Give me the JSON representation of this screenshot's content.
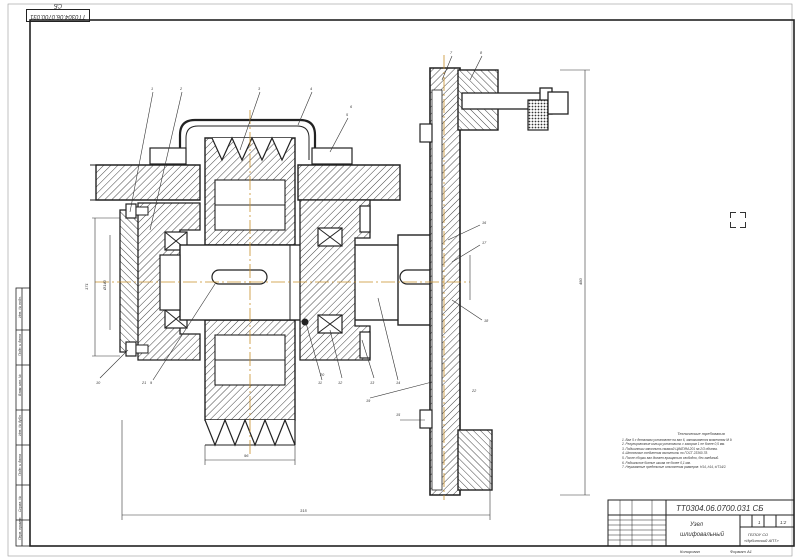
{
  "stamp": "ТТ0304.06.0700.031 СБ",
  "title_block": {
    "designation": "ТТ0304.06.0700.031 СБ",
    "name_line1": "Узел",
    "name_line2": "шлифовальный",
    "sheet": "1",
    "sheets": "1:2",
    "org_line1": "ГБПОУ СО",
    "org_line2": "«Ирбитский АПТ»",
    "format": "Формат А1",
    "copied": "Копировал"
  },
  "notes": {
    "heading": "Технические требования",
    "lines": [
      "1. Вал 5 с деталями установлен на вал 6, затягивается моментом М 9.",
      "2. Регулировочные кольца установить с зазором 1 не более 0,5 мм.",
      "3. Подшипники заполнить смазкой ЦИАТИМ-201 на 2/3 объема.",
      "4. Шпоночные соединения выполнить по ГОСТ 23360-78.",
      "5. После сборки вал должен вращаться свободно, без заеданий.",
      "6. Радиальное биение шкива не более 0,1 мм.",
      "7. Неуказанные предельные отклонения размеров: H14, h14, ±IT14/2."
    ]
  },
  "dims": {
    "overall_h": "480",
    "left_h1": "171",
    "left_h2": "Ø140",
    "bottom_w": "315",
    "pulley_w": "96"
  },
  "leaders": [
    "1",
    "2",
    "3",
    "4",
    "5",
    "6",
    "7",
    "8",
    "9",
    "10",
    "11",
    "12",
    "13",
    "14",
    "15",
    "16",
    "17",
    "18",
    "19",
    "20",
    "21",
    "22"
  ],
  "side_labels": [
    "Инв. № подл.",
    "Подп. и дата",
    "Взам. инв. №",
    "Инв. № дубл.",
    "Подп. и дата",
    "Справ. №",
    "Перв. примен."
  ],
  "icons": {
    "zoom": "expand-icon"
  },
  "colors": {
    "line": "#222222",
    "centerline": "#c8902a",
    "hatch": "#444444"
  }
}
